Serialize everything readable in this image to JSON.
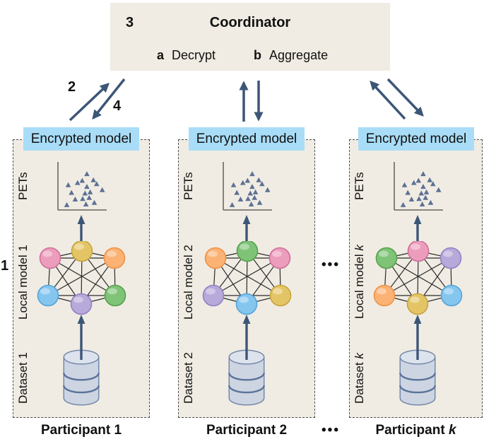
{
  "colors": {
    "background": "#ffffff",
    "panel_bg": "#f0ece3",
    "dashed_border": "#4d4d4d",
    "encrypted_badge_bg": "#a9ddf7",
    "arrow": "#3c5677",
    "scatter_triangle": "#5d7194",
    "axis_line": "#4a4a4a",
    "edge_line": "#2b2b2b",
    "db_fill": "#cdd5e2",
    "db_top_fill": "#dde3ec",
    "db_stroke": "#7588ab",
    "db_band": "#5a7399",
    "text": "#111111"
  },
  "node_palette": {
    "pink": {
      "fill": "#ec9dbb",
      "stroke": "#d0709c"
    },
    "yellow": {
      "fill": "#e4c566",
      "stroke": "#c5a53d"
    },
    "orange": {
      "fill": "#fcb274",
      "stroke": "#ef9348"
    },
    "blue": {
      "fill": "#85c6ef",
      "stroke": "#55a4d9"
    },
    "purple": {
      "fill": "#b7a9da",
      "stroke": "#9481c3"
    },
    "green": {
      "fill": "#7fc377",
      "stroke": "#57a150"
    }
  },
  "coordinator": {
    "step": "3",
    "title": "Coordinator",
    "items": [
      {
        "key": "a",
        "label": "Decrypt"
      },
      {
        "key": "b",
        "label": "Aggregate"
      }
    ]
  },
  "flow": {
    "step_1": "1",
    "step_2": "2",
    "step_4": "4",
    "ellipsis_mid": "•••",
    "ellipsis_bottom": "•••"
  },
  "participants": [
    {
      "name_base": "Participant",
      "index": "1",
      "index_style": "font-style:normal",
      "encrypted_label": "Encrypted model",
      "pets_label": "PETs",
      "model_label_base": "Local model",
      "dataset_label_base": "Dataset",
      "nodes": [
        "pink",
        "yellow",
        "orange",
        "blue",
        "purple",
        "green"
      ]
    },
    {
      "name_base": "Participant",
      "index": "2",
      "index_style": "font-style:normal",
      "encrypted_label": "Encrypted model",
      "pets_label": "PETs",
      "model_label_base": "Local model",
      "dataset_label_base": "Dataset",
      "nodes": [
        "orange",
        "green",
        "pink",
        "purple",
        "blue",
        "yellow"
      ]
    },
    {
      "name_base": "Participant",
      "index": "k",
      "index_style": "font-style:italic",
      "encrypted_label": "Encrypted model",
      "pets_label": "PETs",
      "model_label_base": "Local model",
      "dataset_label_base": "Dataset",
      "nodes": [
        "green",
        "pink",
        "purple",
        "orange",
        "yellow",
        "blue"
      ]
    }
  ],
  "pets_scatter": {
    "points": [
      [
        59,
        22
      ],
      [
        49,
        34
      ],
      [
        73,
        33
      ],
      [
        19,
        42
      ],
      [
        39,
        38
      ],
      [
        59,
        45
      ],
      [
        80,
        40
      ],
      [
        26,
        56
      ],
      [
        55,
        57
      ],
      [
        66,
        55
      ],
      [
        92,
        51
      ],
      [
        34,
        68
      ],
      [
        50,
        67
      ],
      [
        64,
        65
      ],
      [
        16,
        78
      ],
      [
        57,
        77
      ],
      [
        75,
        74
      ]
    ]
  }
}
